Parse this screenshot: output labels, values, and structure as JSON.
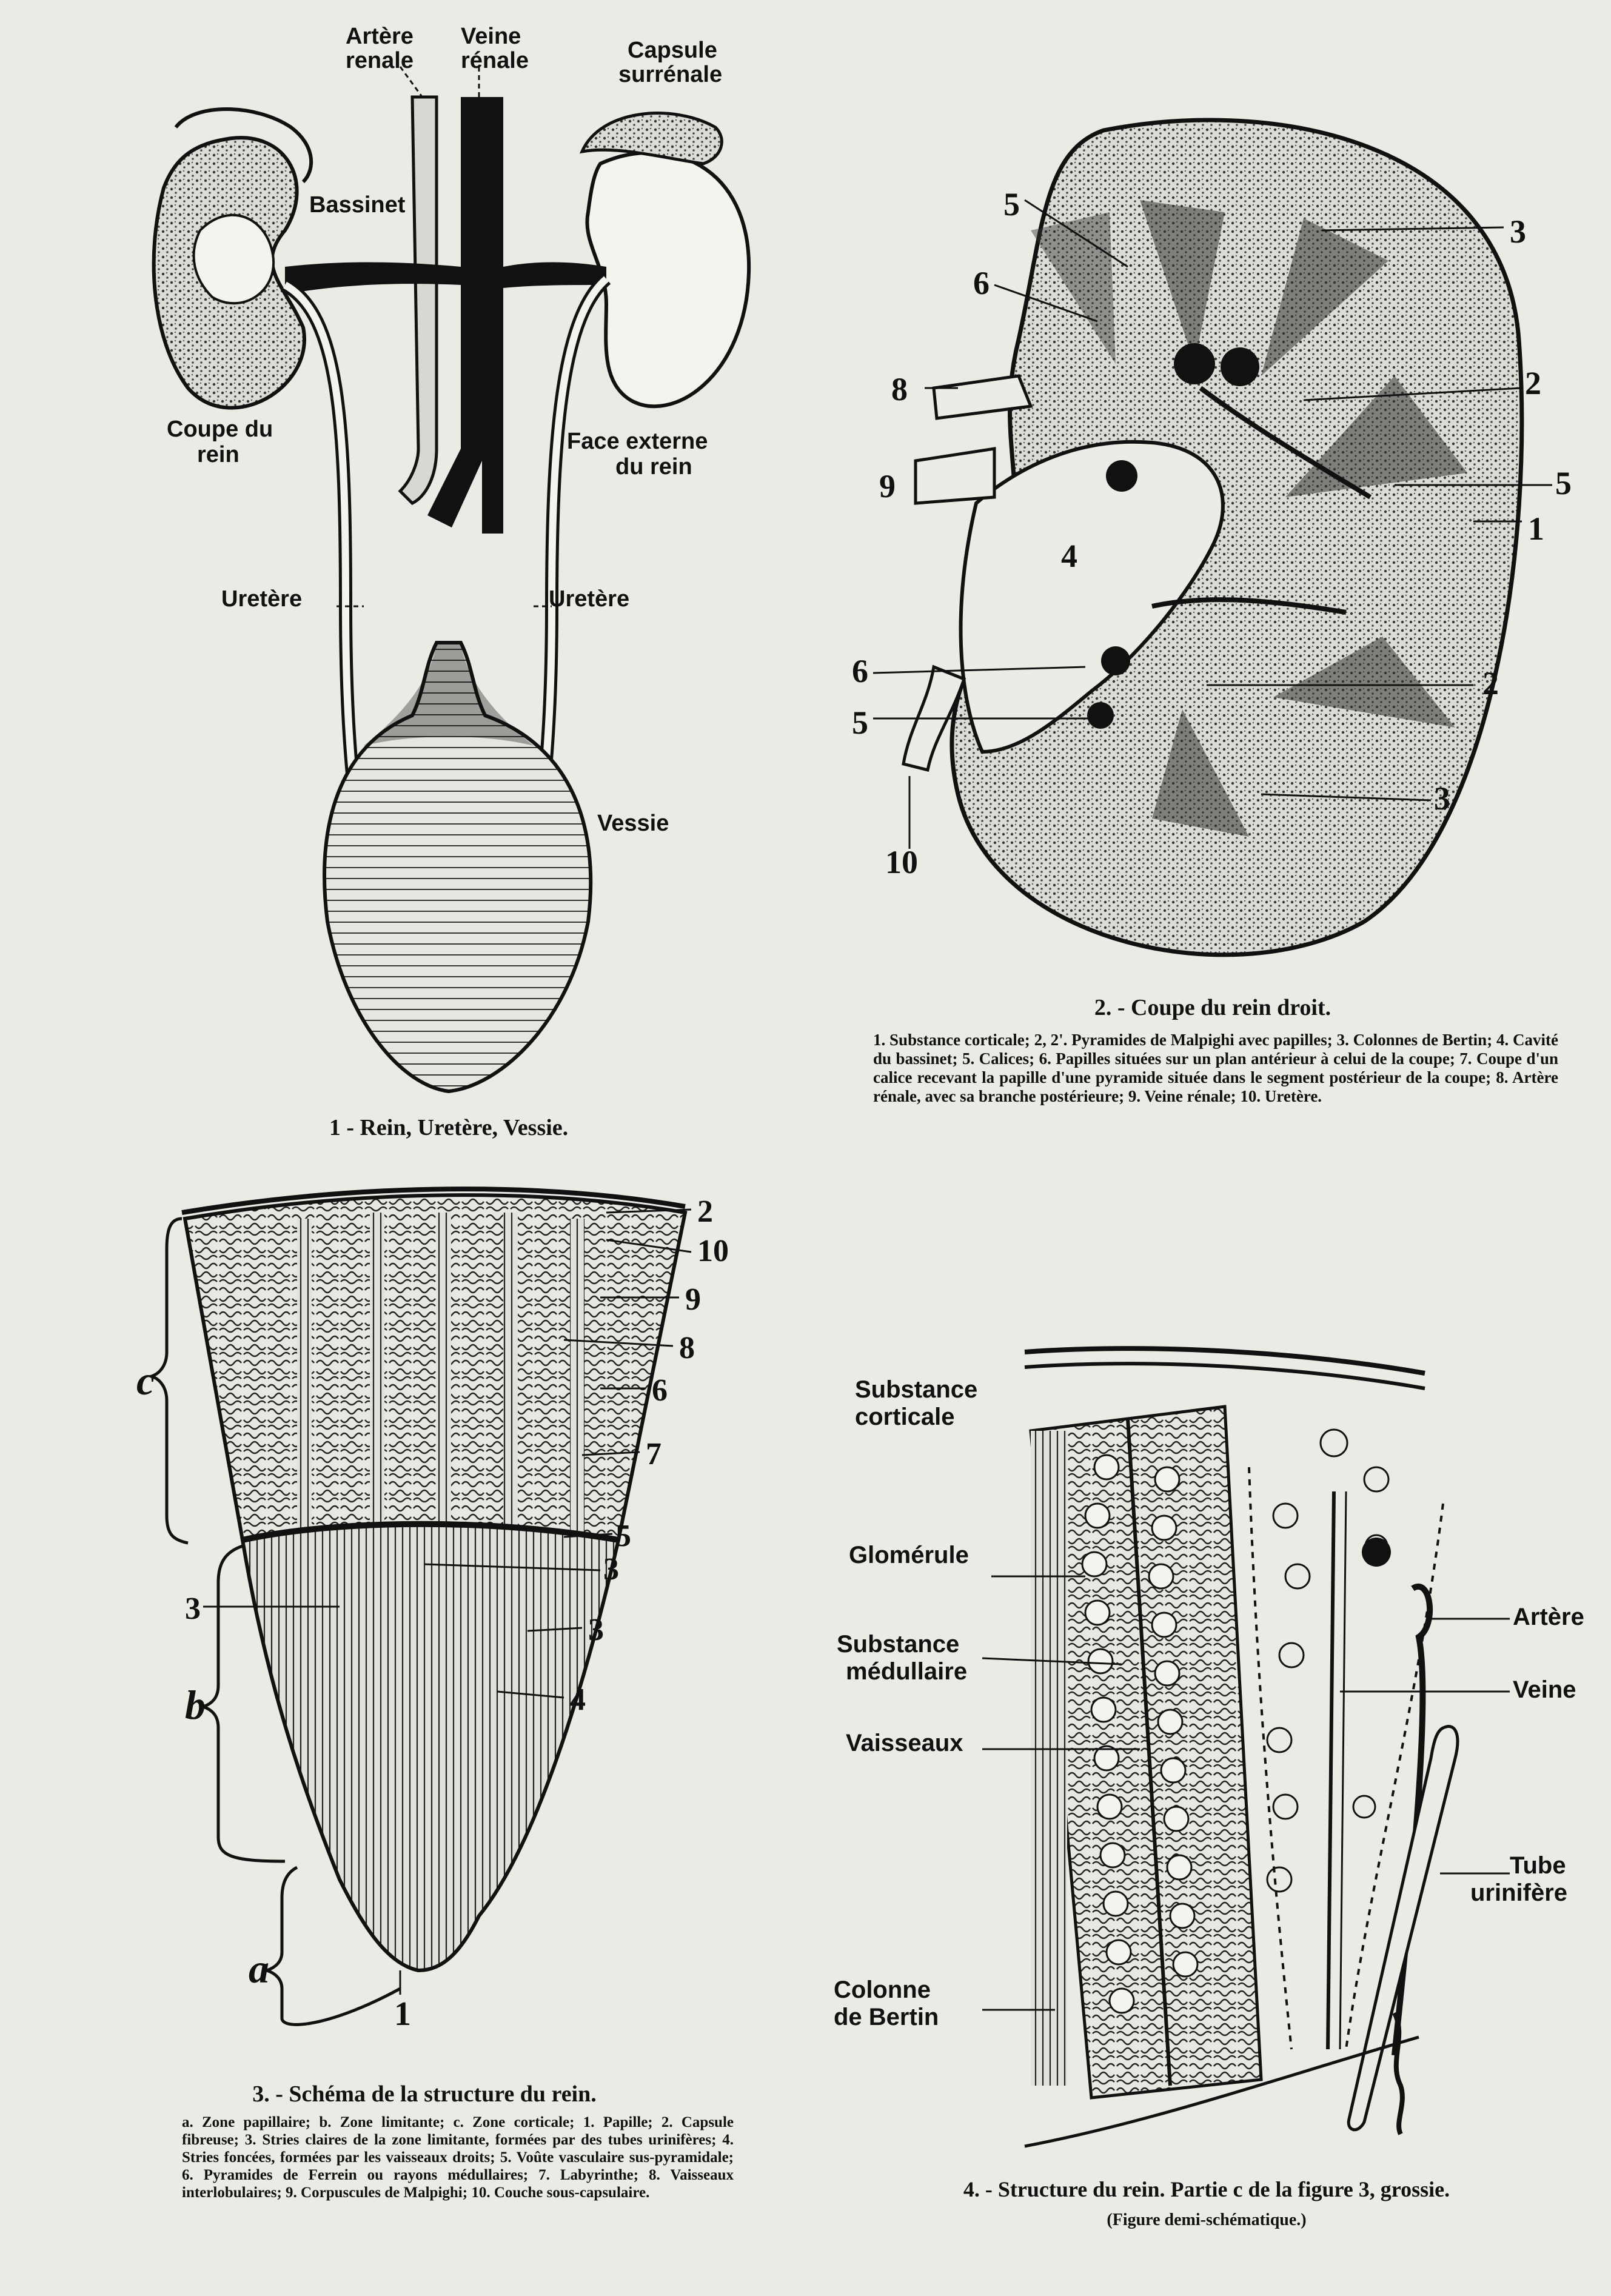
{
  "figures": {
    "fig1": {
      "caption": "1 - Rein, Uretère, Vessie.",
      "labels": {
        "artere_renale": [
          "Artère",
          "renale"
        ],
        "veine_renale": [
          "Veine",
          "rénale"
        ],
        "capsule": [
          "Capsule",
          "surrénale"
        ],
        "bassinet": "Bassinet",
        "coupe": [
          "Coupe du",
          "rein"
        ],
        "face_externe": [
          "Face externe",
          "du rein"
        ],
        "uretere_left": "Uretère",
        "uretere_right": "Uretère",
        "vessie": "Vessie"
      }
    },
    "fig2": {
      "caption": "2. - Coupe du rein droit.",
      "legend": "1. Substance corticale; 2, 2'. Pyramides de Malpighi avec papilles; 3. Colonnes de Bertin; 4. Cavité du bassinet; 5. Calices; 6. Papilles situées sur un plan antérieur à celui de la coupe; 7. Coupe d'un calice recevant la papille d'une pyramide située dans le segment postérieur de la coupe; 8. Artère rénale, avec sa branche postérieure; 9. Veine rénale; 10. Uretère.",
      "numbers": [
        "5",
        "3",
        "6",
        "8",
        "2",
        "9",
        "5",
        "1",
        "4",
        "6",
        "2",
        "5",
        "3",
        "10"
      ]
    },
    "fig3": {
      "caption": "3. - Schéma de la structure du rein.",
      "legend": "a. Zone papillaire; b. Zone limitante; c. Zone corticale; 1. Papille; 2. Capsule fibreuse; 3. Stries claires de la zone limitante, formées par des tubes urinifères; 4. Stries foncées, formées par les vaisseaux droits; 5. Voûte vasculaire sus-pyramidale; 6. Pyramides de Ferrein ou rayons médullaires; 7. Labyrinthe; 8. Vaisseaux interlobulaires; 9. Corpuscules de Malpighi; 10. Couche sous-capsulaire.",
      "numbers": [
        "2",
        "10",
        "9",
        "8",
        "6",
        "7",
        "5",
        "3",
        "3",
        "3",
        "4",
        "1"
      ],
      "zones": [
        "c",
        "b",
        "a"
      ]
    },
    "fig4": {
      "caption": "4. - Structure du rein. Partie c de la figure 3, grossie.",
      "subcaption": "(Figure demi-schématique.)",
      "labels": {
        "substance_corticale": [
          "Substance",
          "corticale"
        ],
        "glomerule": "Glomérule",
        "substance_medullaire": [
          "Substance",
          "médullaire"
        ],
        "vaisseaux": "Vaisseaux",
        "colonne": [
          "Colonne",
          "de Bertin"
        ],
        "artere": "Artère",
        "veine": "Veine",
        "tube": [
          "Tube",
          "urinifère"
        ]
      }
    }
  }
}
